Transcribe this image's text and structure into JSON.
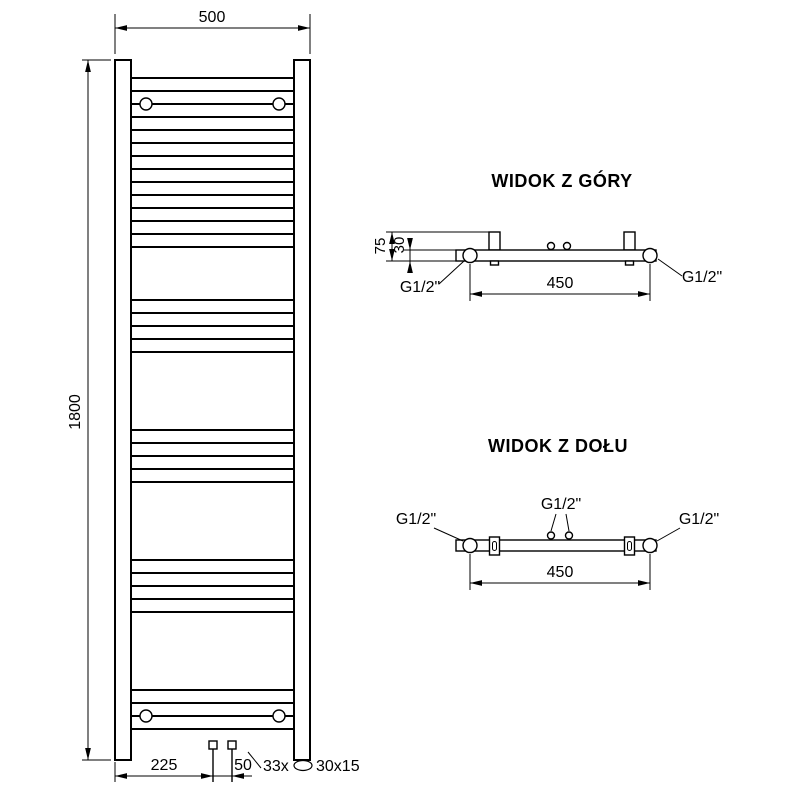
{
  "front_view": {
    "dim_width": "500",
    "dim_height": "1800",
    "dim_connection_offset": "225",
    "dim_connection_spacing": "50",
    "rung_count_label": "33x",
    "rung_profile_label": "30x15"
  },
  "top_view": {
    "title": "WIDOK Z GÓRY",
    "dim_depth": "75",
    "dim_tube_depth": "30",
    "dim_bracket_spacing": "450",
    "connection_left": "G1/2\"",
    "connection_right": "G1/2\""
  },
  "bottom_view": {
    "title": "WIDOK Z DOŁU",
    "dim_bracket_spacing": "450",
    "connection_left": "G1/2\"",
    "connection_center": "G1/2\"",
    "connection_right": "G1/2\""
  }
}
